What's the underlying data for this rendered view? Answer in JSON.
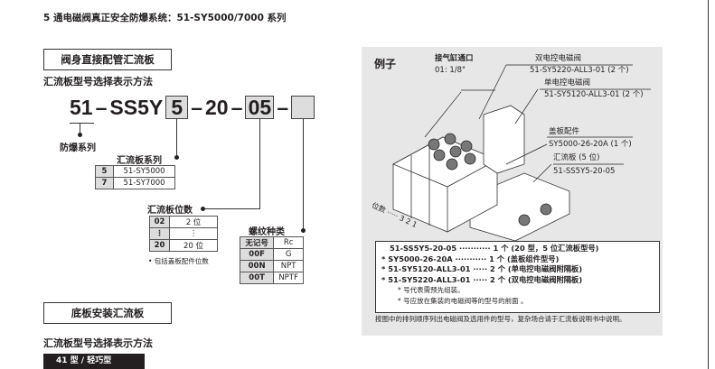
{
  "title": "5 通电磁阀真正安全防爆系统：51-SY5000/7000 系列",
  "section1": {
    "box": "阀身直接配管汇流板",
    "heading": "汇流板型号选择表示方法",
    "code": {
      "prefix": "51",
      "dash1": "–",
      "mid": "SS5Y",
      "series": "5",
      "dash2": "–",
      "size": "20",
      "dash3": "–",
      "stations": "05",
      "dash4": "–",
      "thread": ""
    },
    "explosion_label": "防爆系列",
    "series_label": "汇流板系列",
    "series_table": [
      [
        "5",
        "51-SY5000"
      ],
      [
        "7",
        "51-SY7000"
      ]
    ],
    "stations_label": "汇流板位数",
    "stations_table": [
      [
        "02",
        "2 位"
      ],
      [
        "⋮",
        "⋮"
      ],
      [
        "20",
        "20 位"
      ]
    ],
    "stations_note": "• 包括盖板配件位数",
    "thread_label": "螺纹种类",
    "thread_table": [
      [
        "无记号",
        "Rc"
      ],
      [
        "00F",
        "G"
      ],
      [
        "00N",
        "NPT"
      ],
      [
        "00T",
        "NPTF"
      ]
    ]
  },
  "section2": {
    "box": "底板安装汇流板",
    "heading": "汇流板型号选择表示方法",
    "tag": "41 型 / 轻巧型"
  },
  "example": {
    "title": "例子",
    "cyl_port": {
      "label": "接气缸通口",
      "value": "01: 1/8\""
    },
    "double": {
      "label": "双电控电磁阀",
      "value": "51-SY5220-ALL3-01 (2 个)"
    },
    "single": {
      "label": "单电控电磁阀",
      "value": "51-SY5120-ALL3-01 (2 个)"
    },
    "blank": {
      "label": "盖板配件",
      "value": "SY5000-26-20A (1 个)"
    },
    "manifold": {
      "label": "汇流板 (5 位)",
      "value": "51-SS5Y5-20-05"
    },
    "stations_axis": "位数 ····· 3  2  1",
    "list": [
      "51-SS5Y5-20-05 ··········· 1 个 (20 型，5 位汇流板型号)",
      "* SY5000-26-20A ··········· 1 个 (盖板组件型号)",
      "* 51-SY5120-ALL3-01 ····· 2 个 (单电控电磁阀附隔板)",
      "* 51-SY5220-ALL3-01 ····· 2 个 (双电控电磁阀附隔板)"
    ],
    "notes": [
      "* 号代表需预先组装。",
      "* 号应放在集装的电磁阀等的型号的前面 。"
    ],
    "footer": "按图中的排列顺序列出电磁阀及选用件的型号，复杂场合请于汇流板说明书中说明。"
  }
}
